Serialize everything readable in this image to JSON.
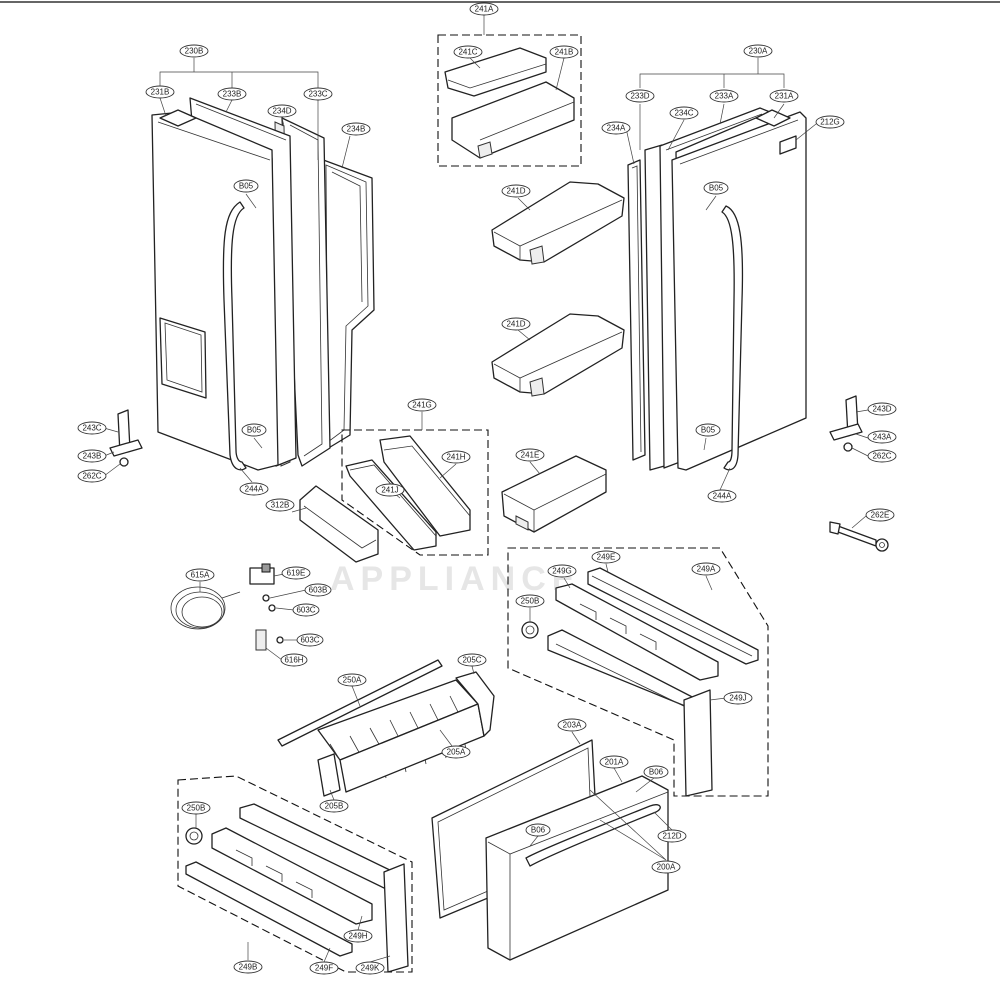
{
  "diagram": {
    "colors": {
      "line": "#222222",
      "panel_fill": "#ffffff",
      "shade_fill": "#eeeeee",
      "watermark": "#e6e6e6"
    },
    "watermark": "APPLIANCE",
    "callouts": [
      {
        "id": "c-241A",
        "label": "241A"
      },
      {
        "id": "c-241C",
        "label": "241C"
      },
      {
        "id": "c-241B",
        "label": "241B"
      },
      {
        "id": "c-241D-1",
        "label": "241D"
      },
      {
        "id": "c-241D-2",
        "label": "241D"
      },
      {
        "id": "c-241G",
        "label": "241G"
      },
      {
        "id": "c-241H",
        "label": "241H"
      },
      {
        "id": "c-241J",
        "label": "241J"
      },
      {
        "id": "c-241E",
        "label": "241E"
      },
      {
        "id": "c-230B",
        "label": "230B"
      },
      {
        "id": "c-231B",
        "label": "231B"
      },
      {
        "id": "c-233B",
        "label": "233B"
      },
      {
        "id": "c-233C",
        "label": "233C"
      },
      {
        "id": "c-234D",
        "label": "234D"
      },
      {
        "id": "c-234B",
        "label": "234B"
      },
      {
        "id": "c-B05-1",
        "label": "B05"
      },
      {
        "id": "c-B05-2",
        "label": "B05"
      },
      {
        "id": "c-244A-1",
        "label": "244A"
      },
      {
        "id": "c-243C",
        "label": "243C"
      },
      {
        "id": "c-243B",
        "label": "243B"
      },
      {
        "id": "c-262C-1",
        "label": "262C"
      },
      {
        "id": "c-312B",
        "label": "312B"
      },
      {
        "id": "c-230A",
        "label": "230A"
      },
      {
        "id": "c-233D",
        "label": "233D"
      },
      {
        "id": "c-233A",
        "label": "233A"
      },
      {
        "id": "c-231A",
        "label": "231A"
      },
      {
        "id": "c-234A",
        "label": "234A"
      },
      {
        "id": "c-234C",
        "label": "234C"
      },
      {
        "id": "c-212G",
        "label": "212G"
      },
      {
        "id": "c-B05-3",
        "label": "B05"
      },
      {
        "id": "c-B05-4",
        "label": "B05"
      },
      {
        "id": "c-244A-2",
        "label": "244A"
      },
      {
        "id": "c-243D",
        "label": "243D"
      },
      {
        "id": "c-243A",
        "label": "243A"
      },
      {
        "id": "c-262C-2",
        "label": "262C"
      },
      {
        "id": "c-262E",
        "label": "262E"
      },
      {
        "id": "c-615A",
        "label": "615A"
      },
      {
        "id": "c-619E",
        "label": "619E"
      },
      {
        "id": "c-603B",
        "label": "603B"
      },
      {
        "id": "c-603C-1",
        "label": "603C"
      },
      {
        "id": "c-603C-2",
        "label": "603C"
      },
      {
        "id": "c-616H",
        "label": "616H"
      },
      {
        "id": "c-249E",
        "label": "249E"
      },
      {
        "id": "c-249G",
        "label": "249G"
      },
      {
        "id": "c-249A",
        "label": "249A"
      },
      {
        "id": "c-250B-1",
        "label": "250B"
      },
      {
        "id": "c-249J",
        "label": "249J"
      },
      {
        "id": "c-250A",
        "label": "250A"
      },
      {
        "id": "c-205C",
        "label": "205C"
      },
      {
        "id": "c-205A",
        "label": "205A"
      },
      {
        "id": "c-205B",
        "label": "205B"
      },
      {
        "id": "c-203A",
        "label": "203A"
      },
      {
        "id": "c-201A",
        "label": "201A"
      },
      {
        "id": "c-B06-1",
        "label": "B06"
      },
      {
        "id": "c-B06-2",
        "label": "B06"
      },
      {
        "id": "c-212D",
        "label": "212D"
      },
      {
        "id": "c-200A",
        "label": "200A"
      },
      {
        "id": "c-250B-2",
        "label": "250B"
      },
      {
        "id": "c-249H",
        "label": "249H"
      },
      {
        "id": "c-249B",
        "label": "249B"
      },
      {
        "id": "c-249F",
        "label": "249F"
      },
      {
        "id": "c-249K",
        "label": "249K"
      }
    ]
  }
}
